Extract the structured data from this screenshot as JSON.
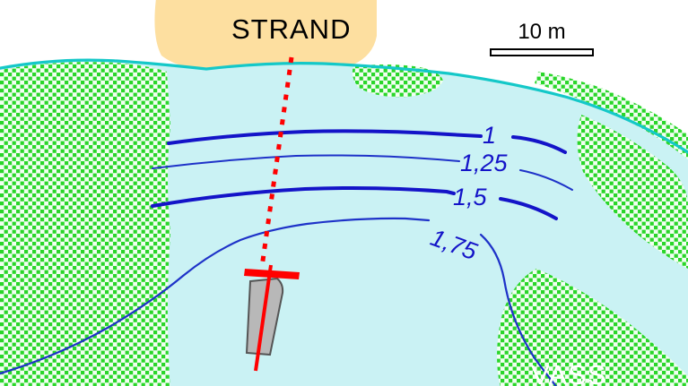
{
  "map": {
    "title_label": "STRAND",
    "watermark": "VASS",
    "scale": {
      "label": "10 m",
      "length_m": 10
    },
    "colors": {
      "sand": "#fddfa0",
      "water": "#caf2f4",
      "shoreline": "#14c8c8",
      "vegetation_dot": "#28d228",
      "vegetation_bg": "#f0fff0",
      "contour_major": "#1414c8",
      "contour_minor": "#1e32c8",
      "marker_red": "#ff0000",
      "boat_fill": "#b8b8b8",
      "boat_stroke": "#555555",
      "background": "#ffffff"
    },
    "contours": [
      {
        "id": "c1",
        "label": "1",
        "depth_m": 1.0,
        "weight": "major"
      },
      {
        "id": "c125",
        "label": "1,25",
        "depth_m": 1.25,
        "weight": "minor"
      },
      {
        "id": "c15",
        "label": "1,5",
        "depth_m": 1.5,
        "weight": "major"
      },
      {
        "id": "c175",
        "label": "1,75",
        "depth_m": 1.75,
        "weight": "minor"
      }
    ],
    "features": {
      "beach_label": "STRAND",
      "boat": {
        "name": "boat-outline"
      },
      "transect": {
        "name": "transect-line",
        "style": "dotted-red"
      },
      "crossbar": {
        "name": "crossbar-marker",
        "style": "solid-red"
      }
    }
  }
}
